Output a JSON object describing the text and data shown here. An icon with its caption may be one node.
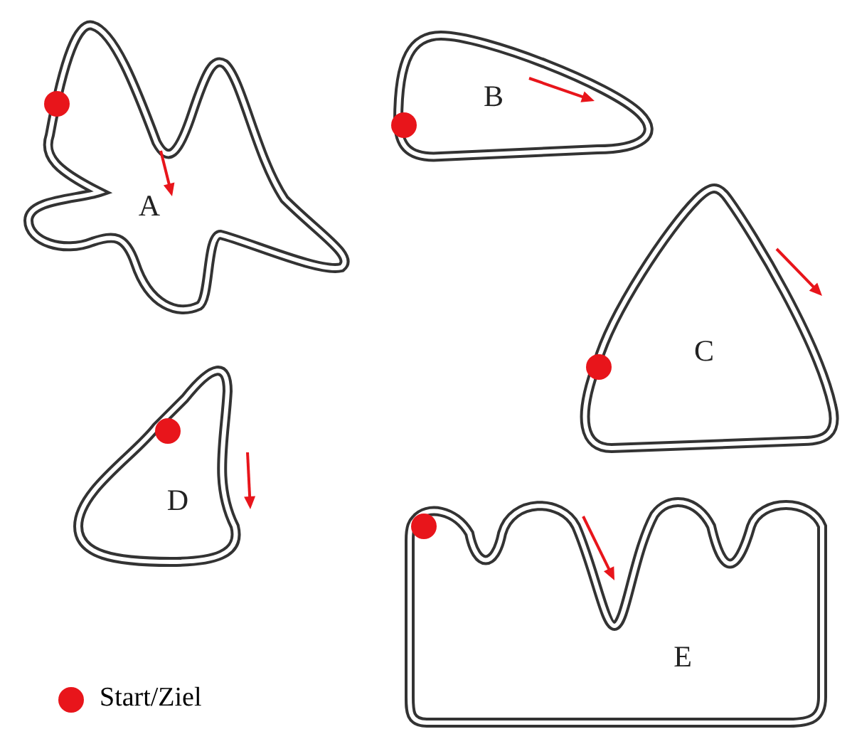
{
  "diagram": {
    "nodes": [
      {
        "text": [
          "A"
        ]
      },
      {
        "text": [
          "B"
        ]
      },
      {
        "text": [
          "C"
        ]
      },
      {
        "text": [
          "D"
        ]
      },
      {
        "text": [
          "E"
        ]
      }
    ],
    "legend": [
      {
        "text": "Start/Ziel",
        "color": "#e8151b"
      }
    ]
  }
}
